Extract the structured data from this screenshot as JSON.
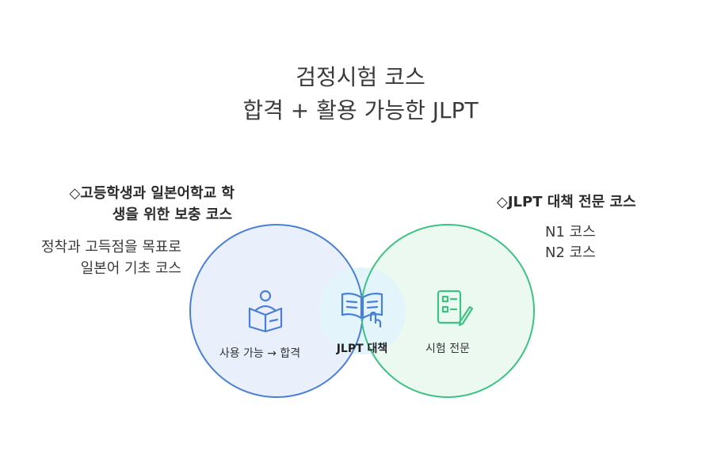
{
  "title": {
    "line1": "검정시험 코스",
    "line2": "합격 + 활용 가능한 JLPT"
  },
  "left": {
    "heading_line1": "◇고등학생과 일본어학교 학",
    "heading_line2": "생을 위한 보충 코스",
    "desc_line1": "정착과 고득점을 목표로",
    "desc_line2": "일본어 기초 코스",
    "circle_label": "사용 가능 → 합격",
    "icon": "reading-person-icon",
    "color": "#4a7fd8"
  },
  "center": {
    "label": "JLPT 대책",
    "icon": "open-book-icon"
  },
  "right": {
    "heading": "◇JLPT 대책 전문 코스",
    "item1": "N1 코스",
    "item2": "N2 코스",
    "circle_label": "시험 전문",
    "icon": "checklist-pencil-icon",
    "color": "#3cc383"
  }
}
